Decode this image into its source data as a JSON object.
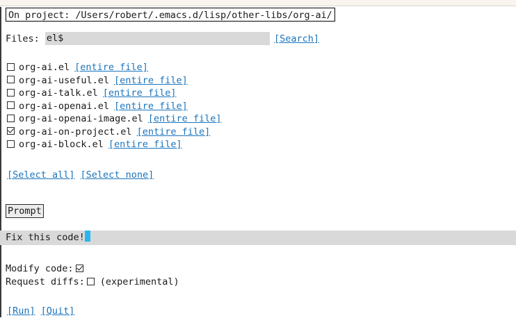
{
  "frame": {
    "accent_link_color": "#1a74bc",
    "field_bg_color": "#d9d9d9",
    "caret_color": "#29b6f0",
    "top_strip_color": "#faf4ef"
  },
  "header": {
    "project_line": "On project: /Users/robert/.emacs.d/lisp/other-libs/org-ai/"
  },
  "search": {
    "label": "Files:",
    "value": "el$",
    "placeholder": "",
    "button_label": "[Search]"
  },
  "files": [
    {
      "name": "org-ai.el",
      "link_label": "[entire file]",
      "checked": false
    },
    {
      "name": "org-ai-useful.el",
      "link_label": "[entire file]",
      "checked": false
    },
    {
      "name": "org-ai-talk.el",
      "link_label": "[entire file]",
      "checked": false
    },
    {
      "name": "org-ai-openai.el",
      "link_label": "[entire file]",
      "checked": false
    },
    {
      "name": "org-ai-openai-image.el",
      "link_label": "[entire file]",
      "checked": false
    },
    {
      "name": "org-ai-on-project.el",
      "link_label": "[entire file]",
      "checked": true
    },
    {
      "name": "org-ai-block.el",
      "link_label": "[entire file]",
      "checked": false
    }
  ],
  "select_actions": {
    "select_all_label": "[Select all]",
    "select_none_label": "[Select none]"
  },
  "prompt": {
    "heading": "Prompt",
    "value": "Fix this code!"
  },
  "options": {
    "modify_code_label": "Modify code:",
    "modify_code_checked": true,
    "request_diffs_label": "Request diffs:",
    "request_diffs_checked": false,
    "request_diffs_note": "(experimental)"
  },
  "footer": {
    "run_label": "[Run]",
    "quit_label": "[Quit]"
  }
}
